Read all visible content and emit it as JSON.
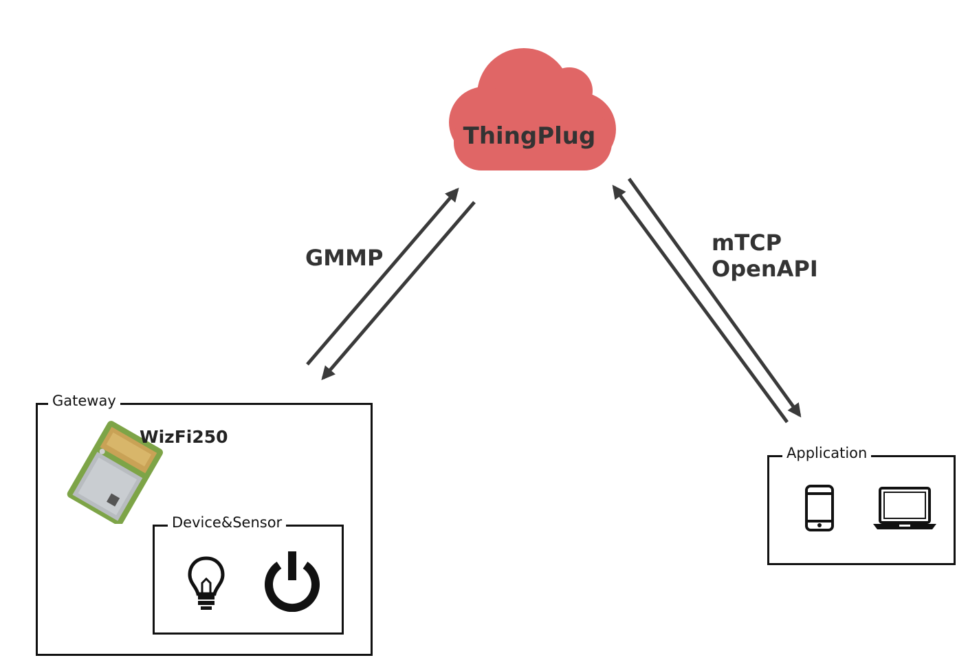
{
  "cloud": {
    "label": "ThingPlug",
    "color": "#e06666"
  },
  "links": {
    "left_protocol": "GMMP",
    "right_protocol": [
      "mTCP",
      "OpenAPI"
    ],
    "arrow_color": "#3a3a3a"
  },
  "gateway": {
    "label": "Gateway",
    "module_name": "WizFi250",
    "device_group": {
      "label": "Device&Sensor",
      "icons": [
        "lightbulb-icon",
        "power-icon"
      ]
    }
  },
  "application": {
    "label": "Application",
    "icons": [
      "smartphone-icon",
      "laptop-icon"
    ]
  }
}
